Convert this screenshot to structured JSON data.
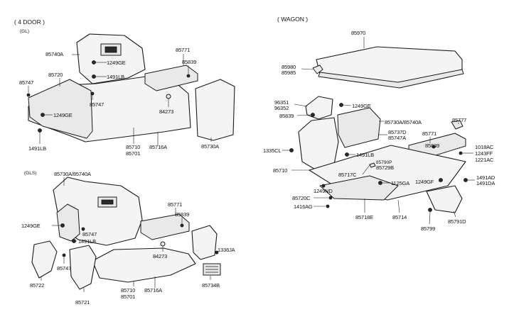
{
  "titles": {
    "four_door": "( 4 DOOR )",
    "gl": "(GL)",
    "gls": "(GLS)",
    "wagon": "( WAGON )"
  },
  "labels": {
    "p85740A": "85740A",
    "p1249GE_a": "1249GE",
    "p1491LB_a": "1491LB",
    "p85771_a": "85771",
    "p85839_a": "85839",
    "p85720": "85720",
    "p85747_a": "85747",
    "p85747_b": "85747",
    "p1249GE_b": "1249GE",
    "p84273_a": "84273",
    "p85730A_a": "85730A",
    "p1491LB_b": "1491LB",
    "p85710_a": "85710",
    "p85701_a": "85701",
    "p85716A_a": "85716A",
    "p85730A_85740A": "85730A/85740A",
    "p85771_b": "85771",
    "p85839_b": "85839",
    "p1249GE_c": "1249GE",
    "p85747_c": "85747",
    "p1491LB_c": "1491LB",
    "p84273_b": "84273",
    "p1336JA": "1336JA",
    "p85747_d": "85747",
    "p85722": "85722",
    "p85710_b": "85710",
    "p85701_b": "85701",
    "p85716A_b": "85716A",
    "p85734B": "85734B",
    "p85721": "85721",
    "p85970": "85970",
    "p85980": "85980",
    "p85985": "85985",
    "p96351": "96351",
    "p96352": "96352",
    "p1249GE_d": "1249GE",
    "p85839_c": "85839",
    "p85730A_85740A_w": "85730A/85740A",
    "p85737D": "85737D",
    "p85747A": "85747A",
    "p85777": "85777",
    "p85771_c": "85771",
    "p85839_d": "85839",
    "p1018AC": "1018AC",
    "p1243FF": "1243FF",
    "p1221AC": "1221AC",
    "p1335CL": "1335CL",
    "p1491LB_d": "1491LB",
    "p85790P": "85790P",
    "p85729B": "85729B",
    "p85710_c": "85710",
    "p85717C": "85717C",
    "p1249ND": "1249ND",
    "p1125GA": "1125GA",
    "p1249GF": "1249GF",
    "p1491AD": "1491AD",
    "p1491DA": "1491DA",
    "p85720C": "85720C",
    "p1416AG": "1416AG",
    "p85718E": "85718E",
    "p85714": "85714",
    "p85799": "85799",
    "p85791D": "85791D"
  }
}
